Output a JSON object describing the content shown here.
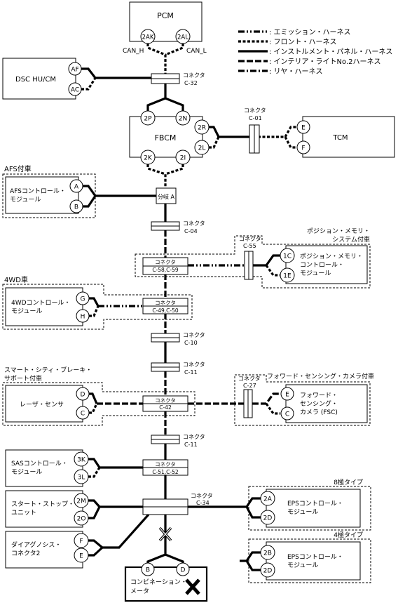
{
  "legend": {
    "emission": ": エミッション・ハーネス",
    "front": ": フロント・ハーネス",
    "instrument": ": インストルメント・パネル・ハーネス",
    "interior": ": インテリア・ライトNo.2ハーネス",
    "rear": ": リヤ・ハーネス"
  },
  "modules": {
    "pcm": "PCM",
    "dsc": "DSC HU/CM",
    "fbcm": "FBCM",
    "tcm": "TCM",
    "afs": [
      "AFSコントロール・",
      "モジュール"
    ],
    "position": [
      "ポジション・メモリ・",
      "コントロール・",
      "モジュール"
    ],
    "awd": [
      "4WDコントロール・",
      "モジュール"
    ],
    "laser": "レーザ・センサ",
    "fsc": [
      "フォワード・",
      "センシング・",
      "カメラ (FSC)"
    ],
    "sas": [
      "SASコントロール・",
      "モジュール"
    ],
    "startstop": [
      "スタート・ストップ・",
      "ユニット"
    ],
    "diag": [
      "ダイアグノシス・",
      "コネクタ2"
    ],
    "eps8": [
      "EPSコントロール・",
      "モジュール"
    ],
    "eps4": [
      "EPSコントロール・",
      "モジュール"
    ],
    "meter": [
      "コンビネーション・",
      "メータ"
    ]
  },
  "options": {
    "afs": "AFS付車",
    "position": [
      "ポジション・メモリ・",
      "システム付車"
    ],
    "awd": "4WD車",
    "scbs": [
      "スマート・シティ・ブレーキ・",
      "サポート付車"
    ],
    "fsc": "フォワード・センシング・カメラ付車",
    "eps8": "8極タイプ",
    "eps4": "4極タイプ"
  },
  "signals": {
    "can_h": "CAN_H",
    "can_l": "CAN_L"
  },
  "connector_word": "コネクタ",
  "connectors": {
    "c32": "C-32",
    "c01": "C-01",
    "c04": "C-04",
    "c55": "C-55",
    "c58": "C-58,C-59",
    "c49": "C-49,C-50",
    "c10": "C-10",
    "c11a": "C-11",
    "c27": "C-27",
    "c42": "C-42",
    "c11b": "C-11",
    "c51": "C-51,C-52",
    "c34": "C-34"
  },
  "junction": "分岐 A",
  "pins": {
    "pcm_h": "2AK",
    "pcm_l": "2AL",
    "dsc_h": "AF",
    "dsc_l": "AC",
    "fbcm_2p": "2P",
    "fbcm_2n": "2N",
    "fbcm_2r": "2R",
    "fbcm_2l": "2L",
    "fbcm_2k": "2K",
    "fbcm_2i": "2I",
    "tcm_e": "E",
    "tcm_f": "F",
    "afs_a": "A",
    "afs_b": "B",
    "pos_1c": "1C",
    "pos_1e": "1E",
    "awd_g": "G",
    "awd_h": "H",
    "laser_d": "D",
    "laser_c": "C",
    "fsc_e": "E",
    "fsc_c": "C",
    "sas_3k": "3K",
    "sas_3l": "3L",
    "ss_2m": "2M",
    "ss_2o": "2O",
    "diag_f": "F",
    "diag_e": "E",
    "eps8_2a": "2A",
    "eps8_2d": "2D",
    "eps4_2b": "2B",
    "eps4_2d": "2D",
    "meter_b": "B",
    "meter_d": "D"
  }
}
